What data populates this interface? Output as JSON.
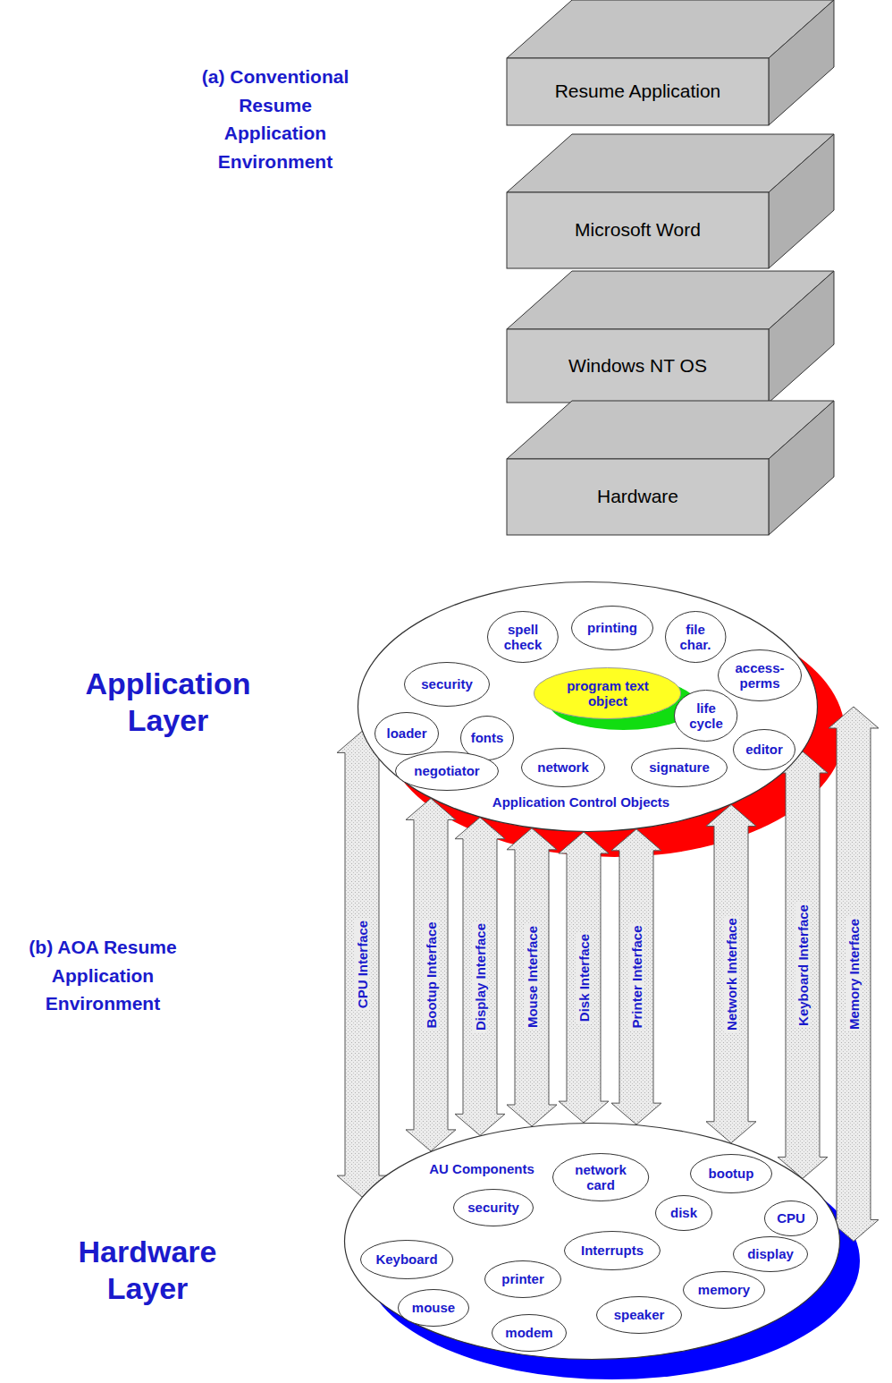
{
  "diagram": {
    "nodes": [
      {
        "text": [
          "Resume Application"
        ]
      },
      {
        "text": [
          "Microsoft Word"
        ]
      },
      {
        "text": [
          "Windows NT OS"
        ]
      },
      {
        "text": [
          "Hardware"
        ]
      },
      {
        "text": [
          "Application Control Objects"
        ]
      },
      {
        "text": [
          "spell check"
        ],
        "in": 4
      },
      {
        "text": [
          "printing"
        ],
        "in": 4
      },
      {
        "text": [
          "file char."
        ],
        "in": 4
      },
      {
        "text": [
          "access-perms"
        ],
        "in": 4
      },
      {
        "text": [
          "security"
        ],
        "in": 4
      },
      {
        "text": [
          "program text object"
        ],
        "in": 4
      },
      {
        "text": [
          "life cycle"
        ],
        "in": 4
      },
      {
        "text": [
          "loader"
        ],
        "in": 4
      },
      {
        "text": [
          "fonts"
        ],
        "in": 4
      },
      {
        "text": [
          "editor"
        ],
        "in": 4
      },
      {
        "text": [
          "negotiator"
        ],
        "in": 4
      },
      {
        "text": [
          "network"
        ],
        "in": 4
      },
      {
        "text": [
          "signature"
        ],
        "in": 4
      },
      {
        "text": [
          "AU Components"
        ]
      },
      {
        "text": [
          "network card"
        ],
        "in": 18
      },
      {
        "text": [
          "bootup"
        ],
        "in": 18
      },
      {
        "text": [
          "security"
        ],
        "in": 18
      },
      {
        "text": [
          "disk"
        ],
        "in": 18
      },
      {
        "text": [
          "CPU"
        ],
        "in": 18
      },
      {
        "text": [
          "Interrupts"
        ],
        "in": 18
      },
      {
        "text": [
          "display"
        ],
        "in": 18
      },
      {
        "text": [
          "Keyboard"
        ],
        "in": 18
      },
      {
        "text": [
          "printer"
        ],
        "in": 18
      },
      {
        "text": [
          "memory"
        ],
        "in": 18
      },
      {
        "text": [
          "mouse"
        ],
        "in": 18
      },
      {
        "text": [
          "speaker"
        ],
        "in": 18
      },
      {
        "text": [
          "modem"
        ],
        "in": 18
      }
    ],
    "edges": [
      {
        "from": 4,
        "to": 18,
        "arrow": "both",
        "label": "CPU Interface"
      },
      {
        "from": 4,
        "to": 18,
        "arrow": "both",
        "label": "Bootup Interface"
      },
      {
        "from": 4,
        "to": 18,
        "arrow": "both",
        "label": "Display Interface"
      },
      {
        "from": 4,
        "to": 18,
        "arrow": "both",
        "label": "Mouse Interface"
      },
      {
        "from": 4,
        "to": 18,
        "arrow": "both",
        "label": "Disk Interface"
      },
      {
        "from": 4,
        "to": 18,
        "arrow": "both",
        "label": "Printer Interface"
      },
      {
        "from": 4,
        "to": 18,
        "arrow": "both",
        "label": "Network Interface"
      },
      {
        "from": 4,
        "to": 18,
        "arrow": "both",
        "label": "Keyboard Interface"
      },
      {
        "from": 4,
        "to": 18,
        "arrow": "both",
        "label": "Memory Interface"
      }
    ],
    "labels": [
      "(a) Conventional Resume Application Environment",
      "Application Layer",
      "(b) AOA Resume Application Environment",
      "Hardware Layer"
    ]
  }
}
